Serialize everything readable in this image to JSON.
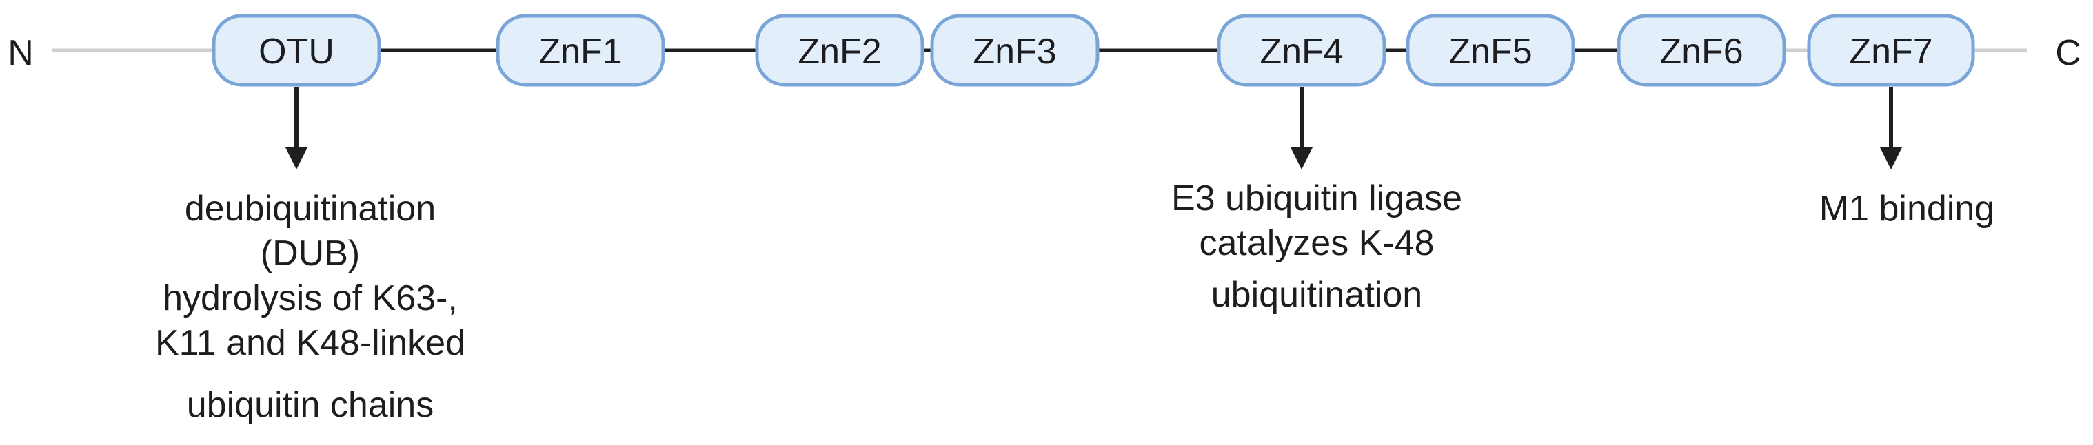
{
  "terminals": {
    "n": "N",
    "c": "C"
  },
  "domains": [
    {
      "id": "otu",
      "label": "OTU"
    },
    {
      "id": "znf1",
      "label": "ZnF1"
    },
    {
      "id": "znf2",
      "label": "ZnF2"
    },
    {
      "id": "znf3",
      "label": "ZnF3"
    },
    {
      "id": "znf4",
      "label": "ZnF4"
    },
    {
      "id": "znf5",
      "label": "ZnF5"
    },
    {
      "id": "znf6",
      "label": "ZnF6"
    },
    {
      "id": "znf7",
      "label": "ZnF7"
    }
  ],
  "annotations": [
    {
      "domain": "otu",
      "lines": [
        "deubiquitination",
        "(DUB)",
        "hydrolysis of  K63-,",
        "K11 and K48-linked",
        "ubiquitin chains"
      ]
    },
    {
      "domain": "znf4",
      "lines": [
        "E3 ubiquitin ligase",
        "catalyzes K-48",
        "ubiquitination"
      ]
    },
    {
      "domain": "znf7",
      "lines": [
        "M1 binding"
      ]
    }
  ],
  "colors": {
    "domain_fill": "#e3eefb",
    "domain_stroke": "#7aa5d8",
    "backbone": "#1f1f1f",
    "terminal_tail": "#cfcfcf",
    "text": "#1d1d1f"
  }
}
